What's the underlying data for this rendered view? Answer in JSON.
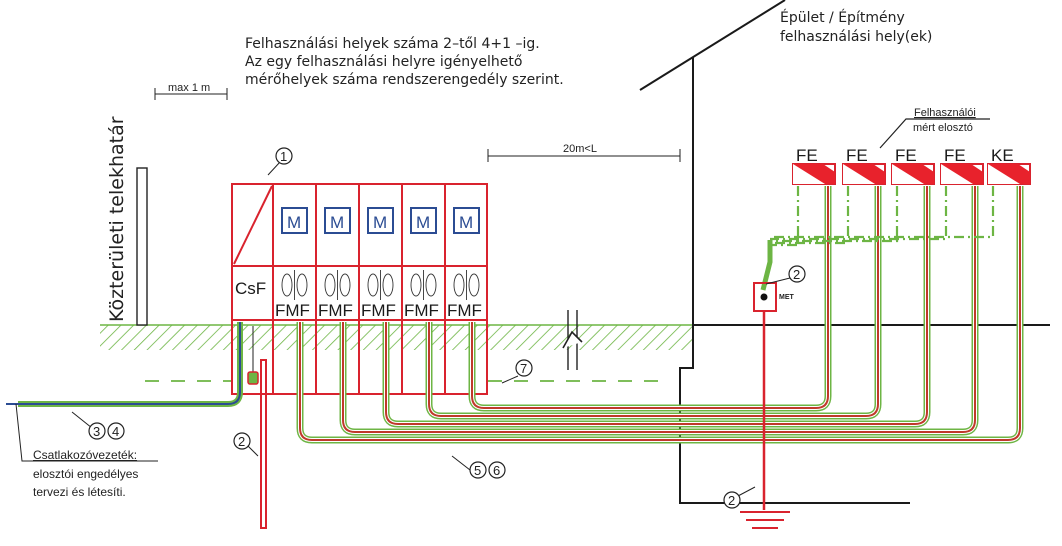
{
  "diagram": {
    "notes": {
      "top_center": [
        "Felhasználási helyek száma 2–től 4+1 –ig.",
        "Az egy felhasználási helyre igényelhető",
        "mérőhelyek száma rendszerengedély szerint."
      ],
      "building": [
        "Épület / Építmény",
        "felhasználási hely(ek)"
      ],
      "user_distributor": [
        "Felhasználói",
        "mért elosztó"
      ],
      "connection_line": [
        "Csatlakozóvezeték:",
        "elosztói engedélyes",
        "tervezi és létesíti."
      ],
      "boundary_vertical": "Közterületi telekhatár"
    },
    "dimensions": {
      "max_distance": "max 1 m",
      "length": "20m<L"
    },
    "meter_cabinet": {
      "main_fuse_label": "CsF",
      "meter_label": "M",
      "meter_fuse_label": "FMF",
      "meter_count": 5
    },
    "distributors": [
      "FE",
      "FE",
      "FE",
      "FE",
      "KE"
    ],
    "met_label": "MET",
    "callouts": {
      "cabinet": "1",
      "grounding_cabinet": "2",
      "grounding_met": "2",
      "grounding_building": "2",
      "connection_a": "3",
      "connection_b": "4",
      "cable_a": "5",
      "cable_b": "6",
      "warning_tape": "7"
    },
    "colors": {
      "cabinet_red": "#d9232e",
      "meter_blue": "#2b4c93",
      "soil_green": "#6db544",
      "cable_red": "#c0392b",
      "line_black": "#1a1a1a"
    }
  }
}
